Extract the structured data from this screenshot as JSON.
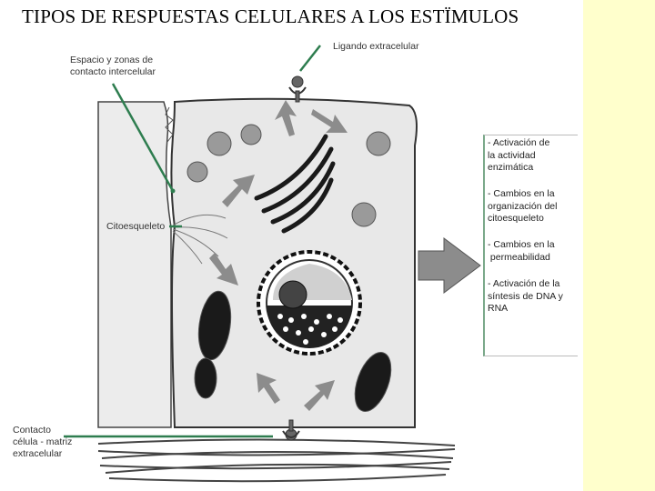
{
  "title": "TIPOS DE RESPUESTAS CELULARES A LOS ESTÏMULOS",
  "colors": {
    "sidebar": "#ffffcc",
    "cell": "#e8e8e8",
    "arrow": "#8c8c8c",
    "pointer": "#2e7d4f"
  },
  "labels": {
    "espacio": [
      "Espacio y zonas de",
      "contacto intercelular"
    ],
    "ligando": "Ligando extracelular",
    "citoesqueleto": "Citoesqueleto",
    "contacto": [
      "Contacto",
      "célula - matriz",
      "extracelular"
    ]
  },
  "responses": [
    [
      "- Activación de",
      "la actividad",
      "enzimática"
    ],
    [
      "- Cambios en la",
      "organización del",
      "citoesqueleto"
    ],
    [
      "- Cambios en la",
      " permeabilidad"
    ],
    [
      "- Activación de la",
      "síntesis de DNA y",
      "RNA"
    ]
  ]
}
